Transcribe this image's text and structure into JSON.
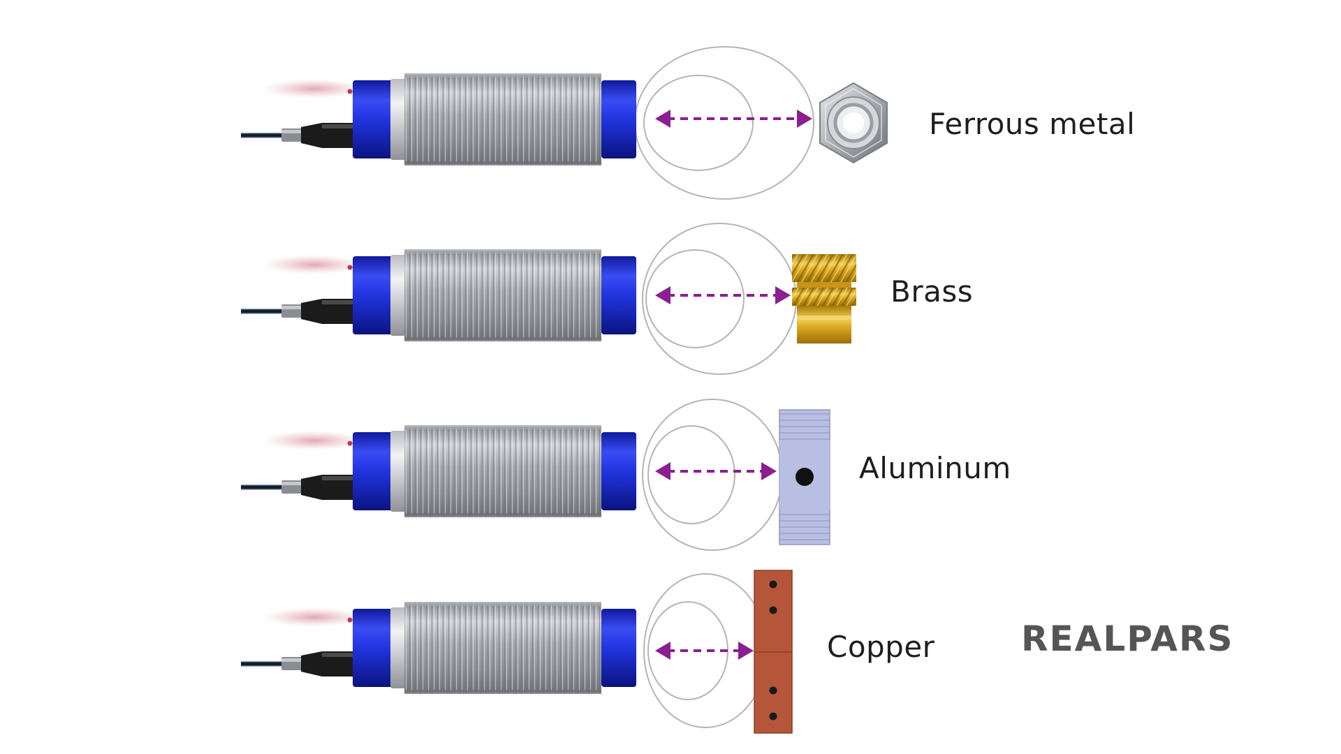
{
  "diagram": {
    "rows": [
      {
        "material": "Ferrous metal",
        "target": "hex-nut"
      },
      {
        "material": "Brass",
        "target": "brass-insert"
      },
      {
        "material": "Aluminum",
        "target": "aluminum-block"
      },
      {
        "material": "Copper",
        "target": "copper-block"
      }
    ]
  },
  "brand": {
    "logo_text": "REALPARS"
  },
  "colors": {
    "sensor_cap": "#1f2fd8",
    "sensing_arrow": "#8b1f8f",
    "brass": "#d7a41c",
    "aluminum": "#b9bfe3",
    "copper": "#b5563a",
    "field_lines": "#b4b4b4"
  }
}
